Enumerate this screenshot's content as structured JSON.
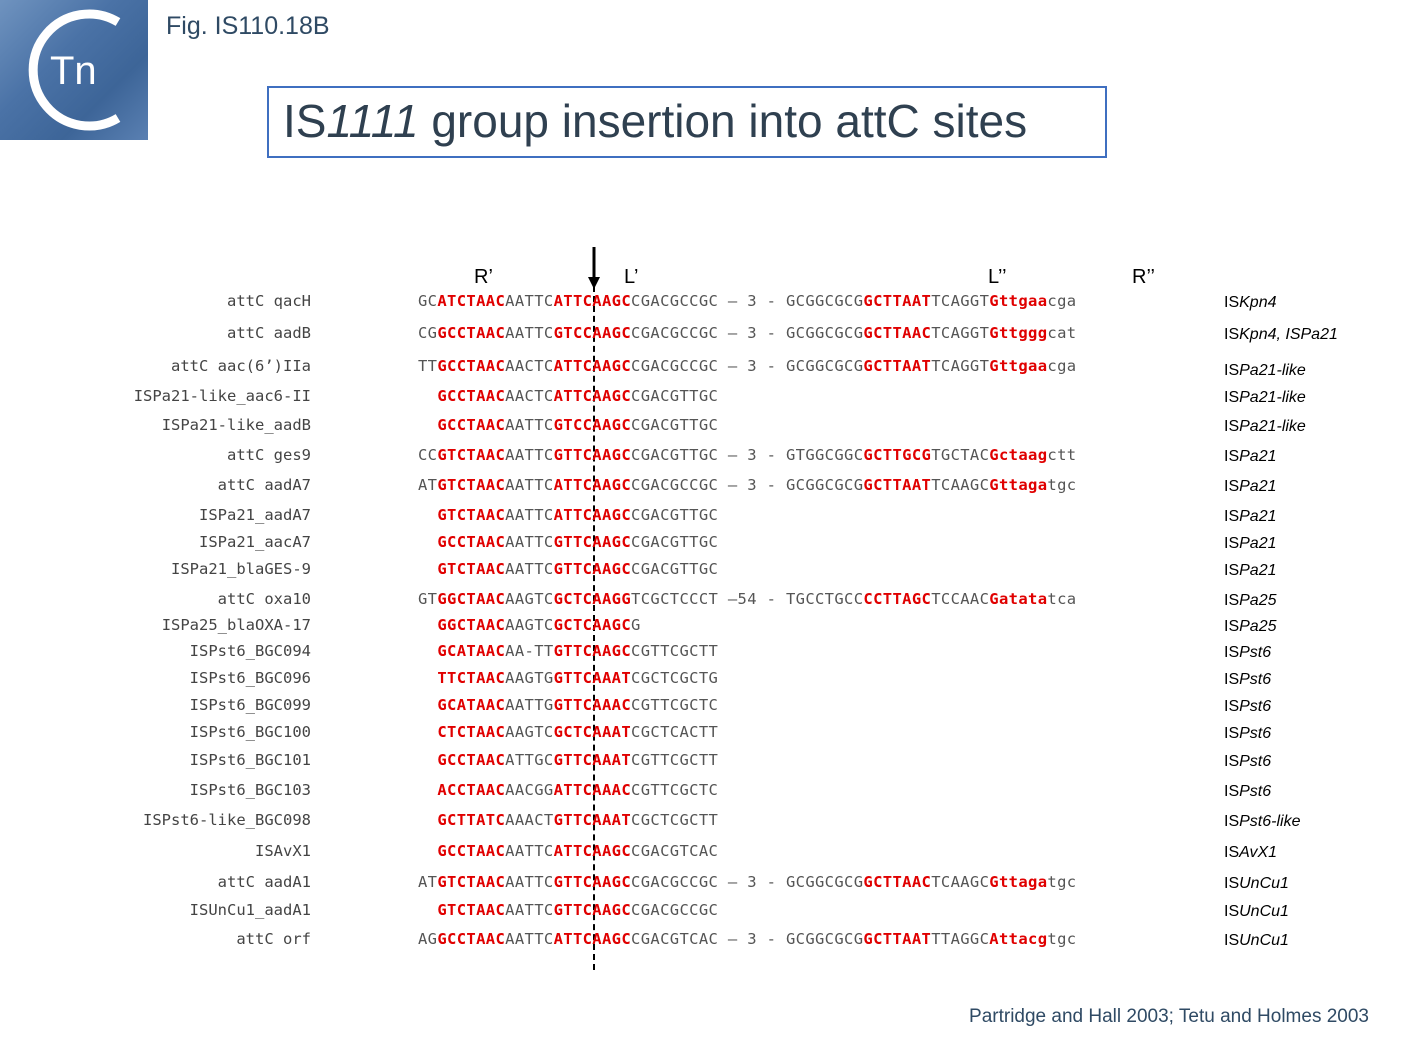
{
  "figure_label": "Fig. IS110.18B",
  "logo_text": "Tn",
  "title": {
    "prefix": "IS",
    "italic": "1111",
    "suffix": " group insertion into attC sites"
  },
  "site_labels": [
    "R’",
    "L’",
    "L’’",
    "R’’"
  ],
  "rows": [
    {
      "name": "attC qacH",
      "seq": [
        [
          "GC",
          0
        ],
        [
          "ATCTAAC",
          1
        ],
        [
          "AATTC",
          0
        ],
        [
          "ATTCAAGC",
          1
        ],
        [
          "CGACGCCGC – 3 - GCGGCGCG",
          0
        ],
        [
          "GCTTAAT",
          1
        ],
        [
          "TCAGGT",
          0
        ],
        [
          "Gttgaa",
          1
        ],
        [
          "cga",
          0
        ]
      ],
      "is_plain": "IS",
      "is_italic": "Kpn4"
    },
    {
      "name": "attC aadB",
      "seq": [
        [
          "CG",
          0
        ],
        [
          "GCCTAAC",
          1
        ],
        [
          "AATTC",
          0
        ],
        [
          "GTCCAAGC",
          1
        ],
        [
          "CGACGCCGC – 3 - GCGGCGCG",
          0
        ],
        [
          "GCTTAAC",
          1
        ],
        [
          "TCAGGT",
          0
        ],
        [
          "Gttggg",
          1
        ],
        [
          "cat",
          0
        ]
      ],
      "is_plain": "IS",
      "is_italic": "Kpn4, ISPa21"
    },
    {
      "name": "attC aac(6’)IIa",
      "seq": [
        [
          "TT",
          0
        ],
        [
          "GCCTAAC",
          1
        ],
        [
          "AACTC",
          0
        ],
        [
          "ATTCAAGC",
          1
        ],
        [
          "CGACGCCGC – 3 - GCGGCGCG",
          0
        ],
        [
          "GCTTAAT",
          1
        ],
        [
          "TCAGGT",
          0
        ],
        [
          "Gttgaa",
          1
        ],
        [
          "cga",
          0
        ]
      ],
      "is_plain": "IS",
      "is_italic": "Pa21-like"
    },
    {
      "name": "ISPa21-like_aac6-II",
      "seq": [
        [
          "  ",
          0
        ],
        [
          "GCCTAAC",
          1
        ],
        [
          "AACTC",
          0
        ],
        [
          "ATTCAAGC",
          1
        ],
        [
          "CGACGTTGC",
          0
        ]
      ],
      "is_plain": "IS",
      "is_italic": "Pa21-like"
    },
    {
      "name": "ISPa21-like_aadB",
      "seq": [
        [
          "  ",
          0
        ],
        [
          "GCCTAAC",
          1
        ],
        [
          "AATTC",
          0
        ],
        [
          "GTCCAAGC",
          1
        ],
        [
          "CGACGTTGC",
          0
        ]
      ],
      "is_plain": "IS",
      "is_italic": "Pa21-like"
    },
    {
      "name": "attC ges9",
      "seq": [
        [
          "CC",
          0
        ],
        [
          "GTCTAAC",
          1
        ],
        [
          "AATTC",
          0
        ],
        [
          "GTTCAAGC",
          1
        ],
        [
          "CGACGTTGC – 3 - GTGGCGGC",
          0
        ],
        [
          "GCTTGCG",
          1
        ],
        [
          "TGCTAC",
          0
        ],
        [
          "Gctaag",
          1
        ],
        [
          "ctt",
          0
        ]
      ],
      "is_plain": "IS",
      "is_italic": "Pa21"
    },
    {
      "name": "attC aadA7",
      "seq": [
        [
          "AT",
          0
        ],
        [
          "GTCTAAC",
          1
        ],
        [
          "AATTC",
          0
        ],
        [
          "ATTCAAGC",
          1
        ],
        [
          "CGACGCCGC – 3 - GCGGCGCG",
          0
        ],
        [
          "GCTTAAT",
          1
        ],
        [
          "TCAAGC",
          0
        ],
        [
          "Gttaga",
          1
        ],
        [
          "tgc",
          0
        ]
      ],
      "is_plain": "IS",
      "is_italic": "Pa21"
    },
    {
      "name": "ISPa21_aadA7",
      "seq": [
        [
          "  ",
          0
        ],
        [
          "GTCTAAC",
          1
        ],
        [
          "AATTC",
          0
        ],
        [
          "ATTCAAGC",
          1
        ],
        [
          "CGACGTTGC",
          0
        ]
      ],
      "is_plain": "IS",
      "is_italic": "Pa21"
    },
    {
      "name": "ISPa21_aacA7",
      "seq": [
        [
          "  ",
          0
        ],
        [
          "GCCTAAC",
          1
        ],
        [
          "AATTC",
          0
        ],
        [
          "GTTCAAGC",
          1
        ],
        [
          "CGACGTTGC",
          0
        ]
      ],
      "is_plain": "IS",
      "is_italic": "Pa21"
    },
    {
      "name": "ISPa21_blaGES-9",
      "seq": [
        [
          "  ",
          0
        ],
        [
          "GTCTAAC",
          1
        ],
        [
          "AATTC",
          0
        ],
        [
          "GTTCAAGC",
          1
        ],
        [
          "CGACGTTGC",
          0
        ]
      ],
      "is_plain": "IS",
      "is_italic": "Pa21"
    },
    {
      "name": "attC oxa10",
      "seq": [
        [
          "GT",
          0
        ],
        [
          "GGCTAAC",
          1
        ],
        [
          "AAGTC",
          0
        ],
        [
          "GCTCAAGG",
          1
        ],
        [
          "TCGCTCCCT –54 - TGCCTGCC",
          0
        ],
        [
          "CCTTAGC",
          1
        ],
        [
          "TCCAAC",
          0
        ],
        [
          "Gatata",
          1
        ],
        [
          "tca",
          0
        ]
      ],
      "is_plain": "IS",
      "is_italic": "Pa25"
    },
    {
      "name": "ISPa25_blaOXA-17",
      "seq": [
        [
          "  ",
          0
        ],
        [
          "GGCTAAC",
          1
        ],
        [
          "AAGTC",
          0
        ],
        [
          "GCTCAAGC",
          1
        ],
        [
          "G",
          0
        ]
      ],
      "is_plain": "IS",
      "is_italic": "Pa25"
    },
    {
      "name": "ISPst6_BGC094",
      "seq": [
        [
          "  ",
          0
        ],
        [
          "GCATAAC",
          1
        ],
        [
          "AA-TT",
          0
        ],
        [
          "GTTCAAGC",
          1
        ],
        [
          "CGTTCGCTT",
          0
        ]
      ],
      "is_plain": "IS",
      "is_italic": "Pst6"
    },
    {
      "name": "ISPst6_BGC096",
      "seq": [
        [
          "  ",
          0
        ],
        [
          "TTCTAAC",
          1
        ],
        [
          "AAGTG",
          0
        ],
        [
          "GTTCAAAT",
          1
        ],
        [
          "CGCTCGCTG",
          0
        ]
      ],
      "is_plain": "IS",
      "is_italic": "Pst6"
    },
    {
      "name": "ISPst6_BGC099",
      "seq": [
        [
          "  ",
          0
        ],
        [
          "GCATAAC",
          1
        ],
        [
          "AATTG",
          0
        ],
        [
          "GTTCAAAC",
          1
        ],
        [
          "CGTTCGCTC",
          0
        ]
      ],
      "is_plain": "IS",
      "is_italic": "Pst6"
    },
    {
      "name": "ISPst6_BGC100",
      "seq": [
        [
          "  ",
          0
        ],
        [
          "CTCTAAC",
          1
        ],
        [
          "AAGTC",
          0
        ],
        [
          "GCTCAAAT",
          1
        ],
        [
          "CGCTCACTT",
          0
        ]
      ],
      "is_plain": "IS",
      "is_italic": "Pst6"
    },
    {
      "name": "ISPst6_BGC101",
      "seq": [
        [
          "  ",
          0
        ],
        [
          "GCCTAAC",
          1
        ],
        [
          "ATTGC",
          0
        ],
        [
          "GTTCAAAT",
          1
        ],
        [
          "CGTTCGCTT",
          0
        ]
      ],
      "is_plain": "IS",
      "is_italic": "Pst6"
    },
    {
      "name": "ISPst6_BGC103",
      "seq": [
        [
          "  ",
          0
        ],
        [
          "ACCTAAC",
          1
        ],
        [
          "AACGG",
          0
        ],
        [
          "ATTCAAAC",
          1
        ],
        [
          "CGTTCGCTC",
          0
        ]
      ],
      "is_plain": "IS",
      "is_italic": "Pst6"
    },
    {
      "name": "ISPst6-like_BGC098",
      "seq": [
        [
          "  ",
          0
        ],
        [
          "GCTTATC",
          1
        ],
        [
          "AAACT",
          0
        ],
        [
          "GTTCAAAT",
          1
        ],
        [
          "CGCTCGCTT",
          0
        ]
      ],
      "is_plain": "IS",
      "is_italic": "Pst6-like"
    },
    {
      "name": "ISAvX1",
      "seq": [
        [
          "  ",
          0
        ],
        [
          "GCCTAAC",
          1
        ],
        [
          "AATTC",
          0
        ],
        [
          "ATTCAAGC",
          1
        ],
        [
          "CGACGTCAC",
          0
        ]
      ],
      "is_plain": "IS",
      "is_italic": "AvX1"
    },
    {
      "name": "attC aadA1",
      "seq": [
        [
          "AT",
          0
        ],
        [
          "GTCTAAC",
          1
        ],
        [
          "AATTC",
          0
        ],
        [
          "GTTCAAGC",
          1
        ],
        [
          "CGACGCCGC – 3 - GCGGCGCG",
          0
        ],
        [
          "GCTTAAC",
          1
        ],
        [
          "TCAAGC",
          0
        ],
        [
          "Gttaga",
          1
        ],
        [
          "tgc",
          0
        ]
      ],
      "is_plain": "IS",
      "is_italic": "UnCu1"
    },
    {
      "name": "ISUnCu1_aadA1",
      "seq": [
        [
          "  ",
          0
        ],
        [
          "GTCTAAC",
          1
        ],
        [
          "AATTC",
          0
        ],
        [
          "GTTCAAGC",
          1
        ],
        [
          "CGACGCCGC",
          0
        ]
      ],
      "is_plain": "IS",
      "is_italic": "UnCu1"
    },
    {
      "name": "attC orf",
      "seq": [
        [
          "AG",
          0
        ],
        [
          "GCCTAAC",
          1
        ],
        [
          "AATTC",
          0
        ],
        [
          "ATTCAAGC",
          1
        ],
        [
          "CGACGTCAC – 3 - GCGGCGCG",
          0
        ],
        [
          "GCTTAAT",
          1
        ],
        [
          "TTAGGC",
          0
        ],
        [
          "Attacg",
          1
        ],
        [
          "tgc",
          0
        ]
      ],
      "is_plain": "IS",
      "is_italic": "UnCu1"
    }
  ],
  "citation": "Partridge and Hall 2003; Tetu and Holmes 2003",
  "colors": {
    "highlight": "#e00000",
    "title_border": "#3f6fc0",
    "text_dark": "#2f4050"
  }
}
